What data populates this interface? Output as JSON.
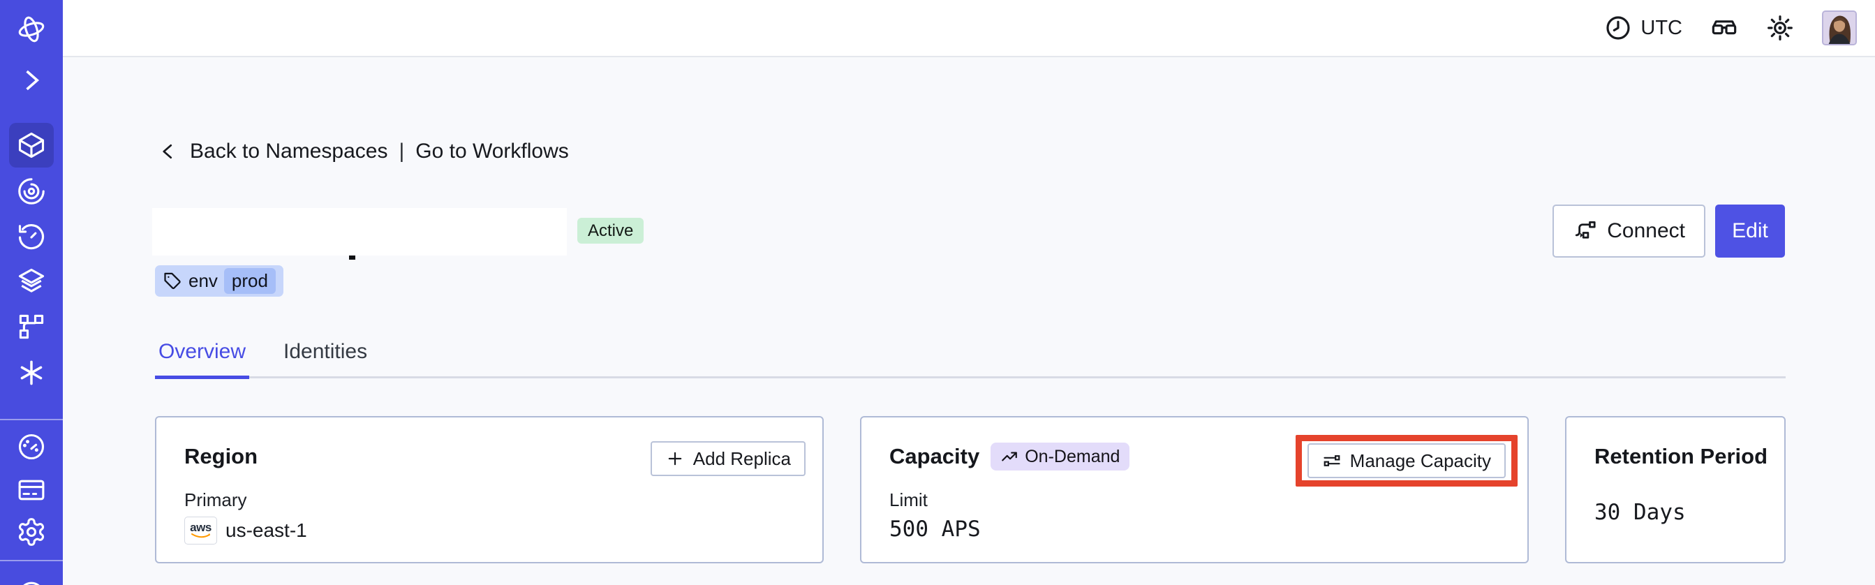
{
  "topbar": {
    "timezone_label": "UTC"
  },
  "breadcrumb": {
    "back_label": "Back to Namespaces",
    "separator": "|",
    "workflows_label": "Go to Workflows"
  },
  "namespace": {
    "status_badge": "Active",
    "tag": {
      "key": "env",
      "value": "prod"
    }
  },
  "actions": {
    "connect_label": "Connect",
    "edit_label": "Edit"
  },
  "tabs": {
    "overview": "Overview",
    "identities": "Identities"
  },
  "region_card": {
    "title": "Region",
    "add_replica_label": "Add Replica",
    "primary_label": "Primary",
    "provider_label": "aws",
    "region": "us-east-1"
  },
  "capacity_card": {
    "title": "Capacity",
    "mode_badge": "On-Demand",
    "manage_label": "Manage Capacity",
    "limit_label": "Limit",
    "limit_value": "500 APS"
  },
  "retention_card": {
    "title": "Retention Period",
    "value": "30 Days"
  },
  "sidebar": {
    "items": [
      {
        "icon": "temporal-logo"
      },
      {
        "icon": "expand-chevron"
      },
      {
        "icon": "namespaces",
        "active": true
      },
      {
        "icon": "workflows"
      },
      {
        "icon": "schedules"
      },
      {
        "icon": "deployments"
      },
      {
        "icon": "batch-operations"
      },
      {
        "icon": "nexus"
      },
      {
        "icon": "usage"
      },
      {
        "icon": "billing"
      },
      {
        "icon": "settings"
      },
      {
        "icon": "support"
      }
    ]
  },
  "colors": {
    "sidebar": "#484CDF",
    "sidebar_active": "#3B3FBE",
    "accent": "#474CE4",
    "annotation_red": "#E5432C",
    "status_green_bg": "#CBEFD6",
    "tag_bg": "#C7D6FB",
    "tag_value_bg": "#A6BEF8",
    "on_demand_bg": "#E3DCFA",
    "card_border": "#AFBAD6",
    "background": "#F8F9FC",
    "aws_orange": "#FF9900",
    "aws_navy": "#252F3E"
  }
}
